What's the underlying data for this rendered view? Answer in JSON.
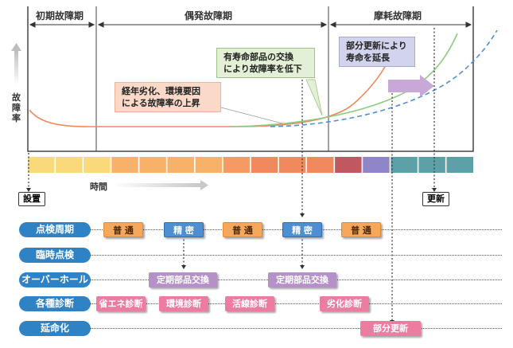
{
  "phases": {
    "early": "初期故障期",
    "random": "偶発故障期",
    "wearout": "摩耗故障期"
  },
  "axes": {
    "y_label": "故障率",
    "x_label": "時間"
  },
  "callouts": {
    "aging": [
      "経年劣化、環境要因",
      "による故障率の上昇"
    ],
    "parts_exchange": [
      "有寿命部品の交換",
      "により故障率を低下"
    ],
    "partial_update": [
      "部分更新により",
      "寿命を延長"
    ]
  },
  "markers": {
    "install": "設置",
    "renewal": "更新"
  },
  "rows": [
    {
      "label": "点検周期"
    },
    {
      "label": "臨時点検"
    },
    {
      "label": "オーバーホール"
    },
    {
      "label": "各種診断"
    },
    {
      "label": "延命化"
    }
  ],
  "inspection": [
    "普 通",
    "精 密",
    "普 通",
    "精 密",
    "普 通"
  ],
  "overhaul": [
    "定期部品交換",
    "定期部品交換"
  ],
  "diagnosis": [
    "省エネ診断",
    "環境診断",
    "活線診断",
    "劣化診断"
  ],
  "life_extension": [
    "部分更新"
  ],
  "colors": {
    "row_label_bg": "#2f83c5",
    "curve_orange": "#f0875a",
    "curve_green": "#8dcc7e",
    "curve_blue_dashed": "#4f8fd6",
    "timeline_segments": [
      "#f9d97a",
      "#f9d97a",
      "#f9d97a",
      "#f7b26a",
      "#f7b26a",
      "#f7b26a",
      "#f7b26a",
      "#f59a63",
      "#f08a5e",
      "#f08a5e",
      "#f08a5e",
      "#c1575f",
      "#8f86c9",
      "#5ea0a8",
      "#5ea0a8",
      "#5ea0a8"
    ]
  }
}
